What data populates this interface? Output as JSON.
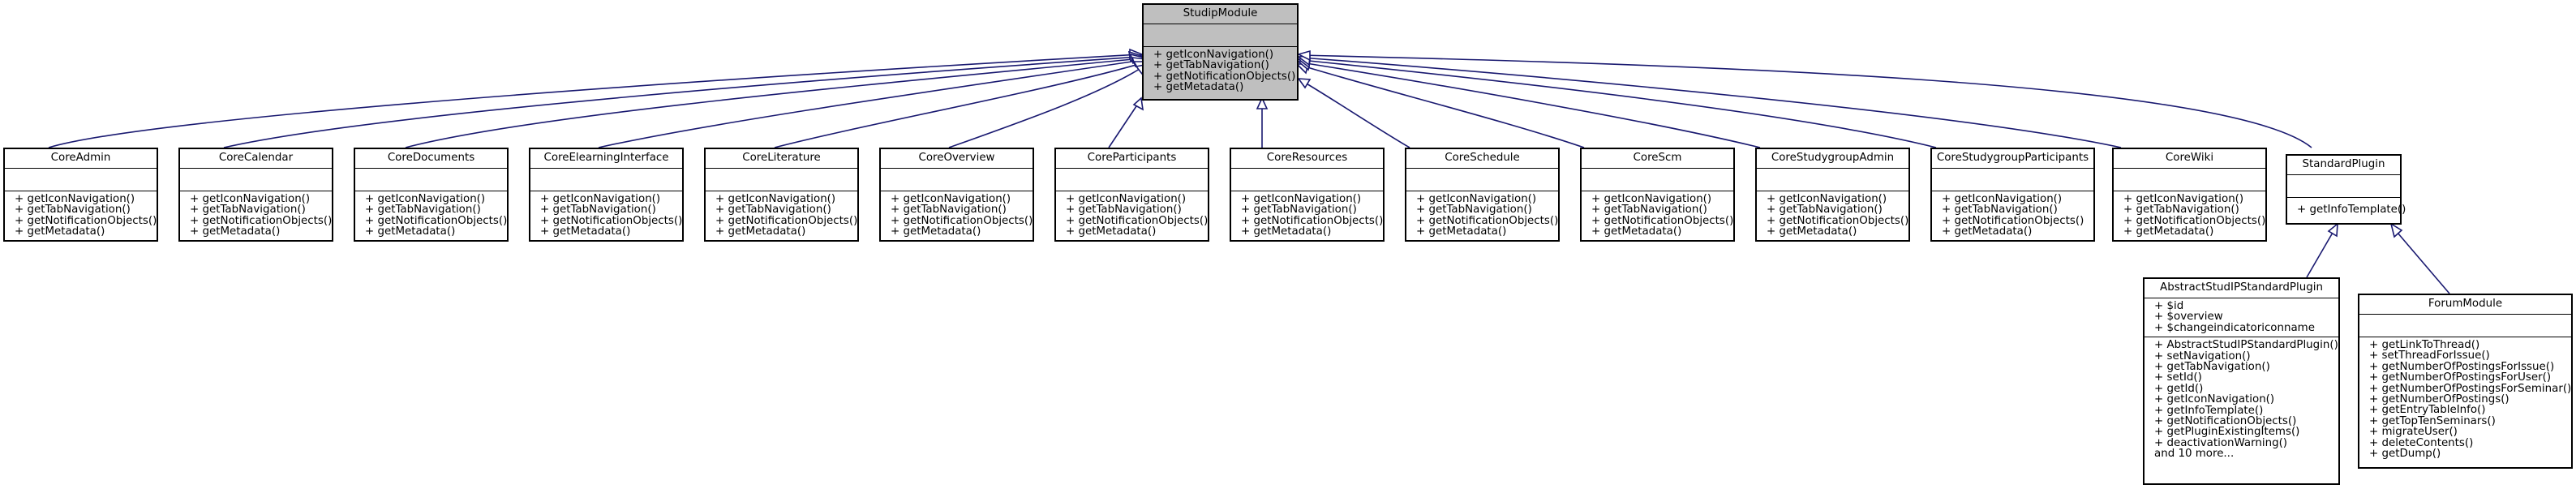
{
  "diagram": {
    "classes": {
      "studipmodule": {
        "name": "StudipModule",
        "attributes": [],
        "methods": [
          "+ getIconNavigation()",
          "+ getTabNavigation()",
          "+ getNotificationObjects()",
          "+ getMetadata()"
        ]
      },
      "coreadmin": {
        "name": "CoreAdmin",
        "attributes": [],
        "methods": [
          "+ getIconNavigation()",
          "+ getTabNavigation()",
          "+ getNotificationObjects()",
          "+ getMetadata()"
        ]
      },
      "corecalendar": {
        "name": "CoreCalendar",
        "attributes": [],
        "methods": [
          "+ getIconNavigation()",
          "+ getTabNavigation()",
          "+ getNotificationObjects()",
          "+ getMetadata()"
        ]
      },
      "coredocuments": {
        "name": "CoreDocuments",
        "attributes": [],
        "methods": [
          "+ getIconNavigation()",
          "+ getTabNavigation()",
          "+ getNotificationObjects()",
          "+ getMetadata()"
        ]
      },
      "coreelearninginterface": {
        "name": "CoreElearningInterface",
        "attributes": [],
        "methods": [
          "+ getIconNavigation()",
          "+ getTabNavigation()",
          "+ getNotificationObjects()",
          "+ getMetadata()"
        ]
      },
      "coreliterature": {
        "name": "CoreLiterature",
        "attributes": [],
        "methods": [
          "+ getIconNavigation()",
          "+ getTabNavigation()",
          "+ getNotificationObjects()",
          "+ getMetadata()"
        ]
      },
      "coreoverview": {
        "name": "CoreOverview",
        "attributes": [],
        "methods": [
          "+ getIconNavigation()",
          "+ getTabNavigation()",
          "+ getNotificationObjects()",
          "+ getMetadata()"
        ]
      },
      "coreparticipants": {
        "name": "CoreParticipants",
        "attributes": [],
        "methods": [
          "+ getIconNavigation()",
          "+ getTabNavigation()",
          "+ getNotificationObjects()",
          "+ getMetadata()"
        ]
      },
      "coreresources": {
        "name": "CoreResources",
        "attributes": [],
        "methods": [
          "+ getIconNavigation()",
          "+ getTabNavigation()",
          "+ getNotificationObjects()",
          "+ getMetadata()"
        ]
      },
      "coreschedule": {
        "name": "CoreSchedule",
        "attributes": [],
        "methods": [
          "+ getIconNavigation()",
          "+ getTabNavigation()",
          "+ getNotificationObjects()",
          "+ getMetadata()"
        ]
      },
      "corescm": {
        "name": "CoreScm",
        "attributes": [],
        "methods": [
          "+ getIconNavigation()",
          "+ getTabNavigation()",
          "+ getNotificationObjects()",
          "+ getMetadata()"
        ]
      },
      "corestudygroupadmin": {
        "name": "CoreStudygroupAdmin",
        "attributes": [],
        "methods": [
          "+ getIconNavigation()",
          "+ getTabNavigation()",
          "+ getNotificationObjects()",
          "+ getMetadata()"
        ]
      },
      "corestudygroupparticipants": {
        "name": "CoreStudygroupParticipants",
        "attributes": [],
        "methods": [
          "+ getIconNavigation()",
          "+ getTabNavigation()",
          "+ getNotificationObjects()",
          "+ getMetadata()"
        ]
      },
      "corewiki": {
        "name": "CoreWiki",
        "attributes": [],
        "methods": [
          "+ getIconNavigation()",
          "+ getTabNavigation()",
          "+ getNotificationObjects()",
          "+ getMetadata()"
        ]
      },
      "standardplugin": {
        "name": "StandardPlugin",
        "attributes": [],
        "methods": [
          "+ getInfoTemplate()"
        ]
      },
      "abstractstudipstandardplugin": {
        "name": "AbstractStudIPStandardPlugin",
        "attributes": [
          "+ $id",
          "+ $overview",
          "+ $changeindicatoriconname"
        ],
        "methods": [
          "+ AbstractStudIPStandardPlugin()",
          "+ setNavigation()",
          "+ getTabNavigation()",
          "+ setId()",
          "+ getId()",
          "+ getIconNavigation()",
          "+ getInfoTemplate()",
          "+ getNotificationObjects()",
          "+ getPluginExistingItems()",
          "+ deactivationWarning()",
          "and 10 more..."
        ]
      },
      "forummodule": {
        "name": "ForumModule",
        "attributes": [],
        "methods": [
          "+ getLinkToThread()",
          "+ setThreadForIssue()",
          "+ getNumberOfPostingsForIssue()",
          "+ getNumberOfPostingsForUser()",
          "+ getNumberOfPostingsForSeminar()",
          "+ getNumberOfPostings()",
          "+ getEntryTableInfo()",
          "+ getTopTenSeminars()",
          "+ migrateUser()",
          "+ deleteContents()",
          "+ getDump()"
        ]
      }
    },
    "colors": {
      "edge": "#191970",
      "highlight_fill": "#bfbfbf",
      "box_border": "#000000"
    }
  }
}
